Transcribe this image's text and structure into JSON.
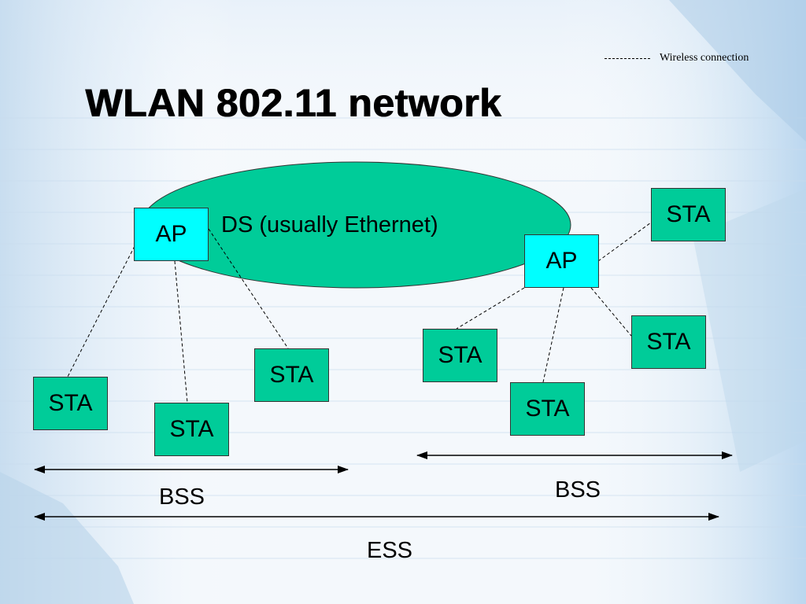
{
  "title": "WLAN 802.11 network",
  "legend": {
    "label": "Wireless connection"
  },
  "ds": {
    "label": "DS (usually Ethernet)"
  },
  "access_points": [
    {
      "label": "AP"
    },
    {
      "label": "AP"
    }
  ],
  "stations": [
    {
      "label": "STA"
    },
    {
      "label": "STA"
    },
    {
      "label": "STA"
    },
    {
      "label": "STA"
    },
    {
      "label": "STA"
    },
    {
      "label": "STA"
    },
    {
      "label": "STA"
    }
  ],
  "spans": {
    "bss_left": "BSS",
    "bss_right": "BSS",
    "ess": "ESS"
  },
  "colors": {
    "ds_fill": "#00cc99",
    "ap_fill": "#00ffff",
    "sta_fill": "#00cc99",
    "background_tint": "#cfe3f3"
  }
}
